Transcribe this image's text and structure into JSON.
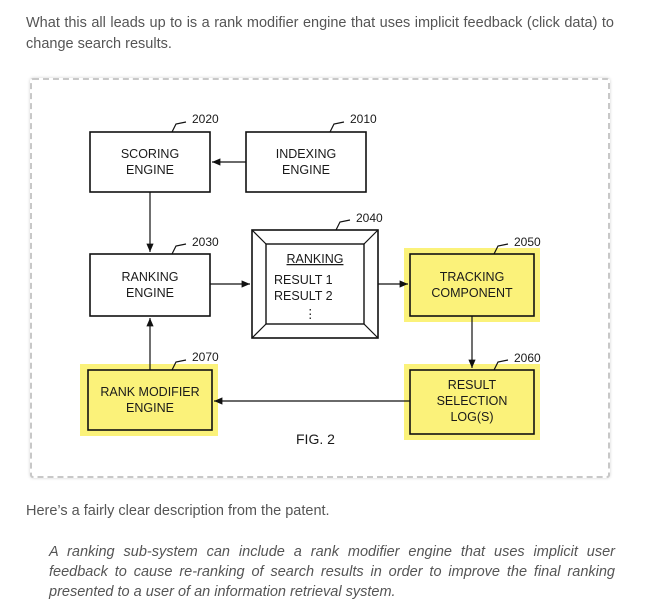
{
  "intro_text": "What this all leads up to is a rank modifier engine that uses implicit feedback (click data) to change search results.",
  "diagram": {
    "highlight_color": "#fbf27a",
    "boxes": {
      "scoring": {
        "ref": "2020",
        "line1": "SCORING",
        "line2": "ENGINE"
      },
      "indexing": {
        "ref": "2010",
        "line1": "INDEXING",
        "line2": "ENGINE"
      },
      "ranking_engine": {
        "ref": "2030",
        "line1": "RANKING",
        "line2": "ENGINE"
      },
      "ranking_results": {
        "ref": "2040",
        "title": "RANKING",
        "line1": "RESULT 1",
        "line2": "RESULT 2",
        "ellipsis": "⋮"
      },
      "tracking": {
        "ref": "2050",
        "line1": "TRACKING",
        "line2": "COMPONENT"
      },
      "result_log": {
        "ref": "2060",
        "line1": "RESULT",
        "line2": "SELECTION",
        "line3": "LOG(S)"
      },
      "rank_modifier": {
        "ref": "2070",
        "line1": "RANK MODIFIER",
        "line2": "ENGINE"
      }
    },
    "caption": "FIG. 2"
  },
  "after_text": "Here’s a fairly clear description from the patent.",
  "quote_text": "A ranking sub-system can include a rank modifier engine that uses implicit user feedback to cause re-ranking of search results in order to improve the final ranking presented to a user of an information retrieval system."
}
